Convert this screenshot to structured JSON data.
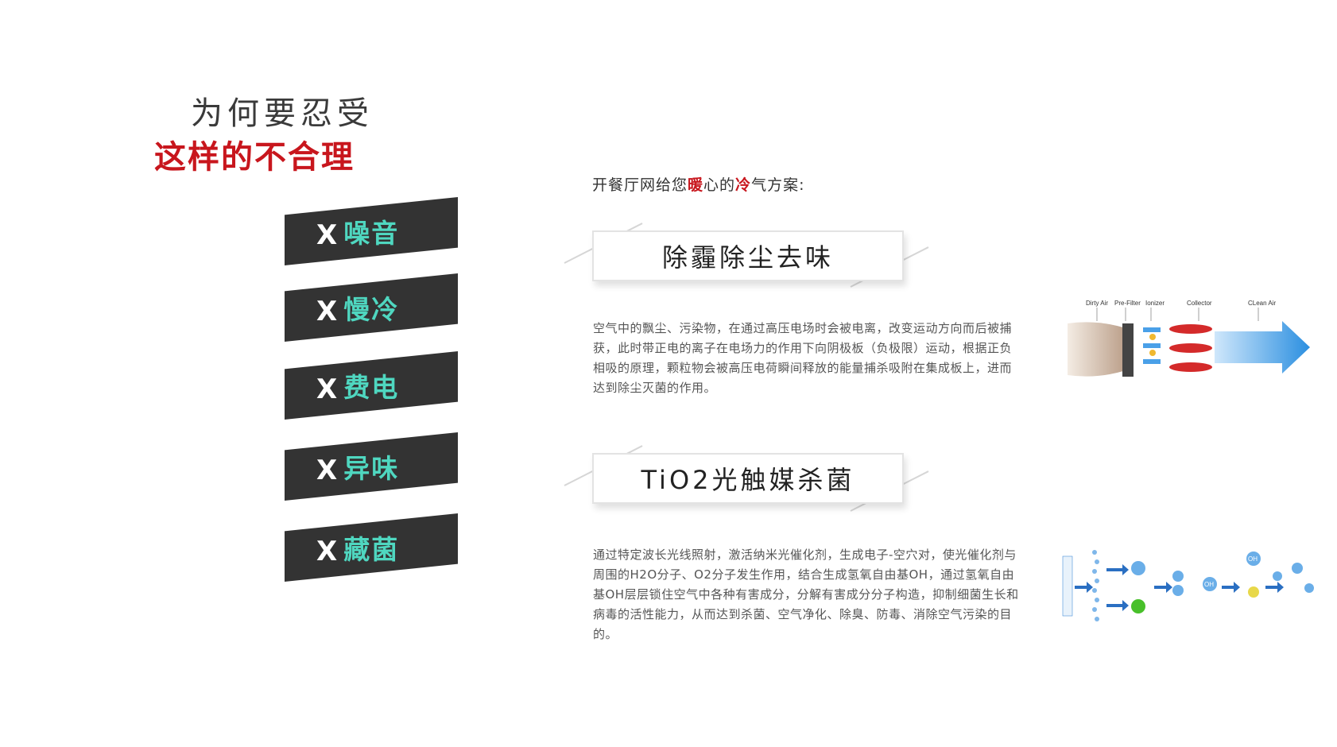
{
  "header": {
    "line1": "为何要忍受",
    "line2": "这样的不合理"
  },
  "pain_points": [
    {
      "mark": "X",
      "label": "噪音"
    },
    {
      "mark": "X",
      "label": "慢冷"
    },
    {
      "mark": "X",
      "label": "费电"
    },
    {
      "mark": "X",
      "label": "异味"
    },
    {
      "mark": "X",
      "label": "藏菌"
    }
  ],
  "intro": {
    "part1": "开餐厅网给您",
    "hl1": "暖",
    "part2": "心的",
    "hl2": "冷",
    "part3": "气方案:"
  },
  "features": [
    {
      "title": "除霾除尘去味",
      "description": "空气中的飘尘、污染物，在通过高压电场时会被电离，改变运动方向而后被捕获，此时带正电的离子在电场力的作用下向阴极板（负极限）运动，根据正负相吸的原理，颗粒物会被高压电荷瞬间释放的能量捕杀吸附在集成板上，进而达到除尘灭菌的作用。"
    },
    {
      "title": "TiO2光触媒杀菌",
      "description": "通过特定波长光线照射，激活纳米光催化剂，生成电子-空穴对，使光催化剂与周围的H2O分子、O2分子发生作用，结合生成氢氧自由基OH，通过氢氧自由基OH层层锁住空气中各种有害成分，分解有害成分分子构造，抑制细菌生长和病毒的活性能力，从而达到杀菌、空气净化、除臭、防毒、消除空气污染的目的。"
    }
  ],
  "filter_diagram": {
    "labels": [
      "Dirty Air",
      "Pre-Filter",
      "Ionizer",
      "Collector",
      "CLean Air"
    ]
  },
  "photocatalyst_diagram": {
    "labels": [
      "OH",
      "OH"
    ]
  },
  "colors": {
    "accent_red": "#c8161d",
    "pain_text": "#4fd7c0",
    "card_bg": "#333333"
  }
}
